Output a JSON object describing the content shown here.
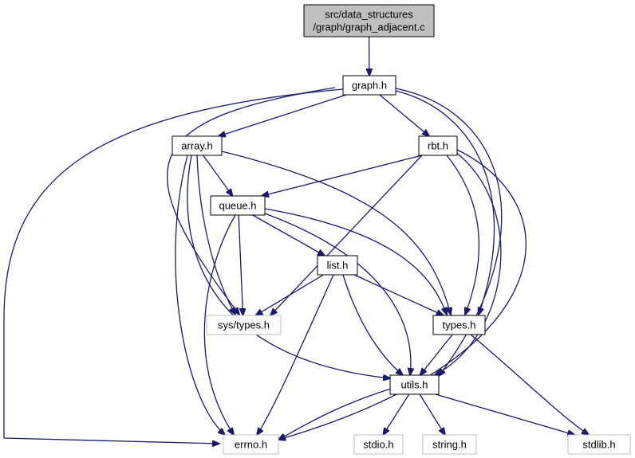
{
  "colors": {
    "edge": "#191970",
    "root_fill": "#bfbfbf",
    "root_border": "#000000",
    "local_border": "#000000",
    "external_border": "#bfbfbf",
    "node_fill": "#ffffff"
  },
  "nodes": [
    {
      "id": "root",
      "label_lines": [
        "src/data_structures",
        "/graph/graph_adjacent.c"
      ],
      "kind": "root"
    },
    {
      "id": "graph_h",
      "label_lines": [
        "graph.h"
      ],
      "kind": "local"
    },
    {
      "id": "array_h",
      "label_lines": [
        "array.h"
      ],
      "kind": "local"
    },
    {
      "id": "rbt_h",
      "label_lines": [
        "rbt.h"
      ],
      "kind": "local"
    },
    {
      "id": "queue_h",
      "label_lines": [
        "queue.h"
      ],
      "kind": "local"
    },
    {
      "id": "list_h",
      "label_lines": [
        "list.h"
      ],
      "kind": "local"
    },
    {
      "id": "sys_types_h",
      "label_lines": [
        "sys/types.h"
      ],
      "kind": "external"
    },
    {
      "id": "types_h",
      "label_lines": [
        "types.h"
      ],
      "kind": "local"
    },
    {
      "id": "utils_h",
      "label_lines": [
        "utils.h"
      ],
      "kind": "local"
    },
    {
      "id": "errno_h",
      "label_lines": [
        "errno.h"
      ],
      "kind": "external"
    },
    {
      "id": "stdio_h",
      "label_lines": [
        "stdio.h"
      ],
      "kind": "external"
    },
    {
      "id": "string_h",
      "label_lines": [
        "string.h"
      ],
      "kind": "external"
    },
    {
      "id": "stdlib_h",
      "label_lines": [
        "stdlib.h"
      ],
      "kind": "external"
    }
  ],
  "edges": [
    {
      "from": "root",
      "to": "graph_h"
    },
    {
      "from": "graph_h",
      "to": "array_h"
    },
    {
      "from": "graph_h",
      "to": "rbt_h"
    },
    {
      "from": "graph_h",
      "to": "sys_types_h"
    },
    {
      "from": "graph_h",
      "to": "errno_h"
    },
    {
      "from": "graph_h",
      "to": "types_h"
    },
    {
      "from": "graph_h",
      "to": "utils_h"
    },
    {
      "from": "array_h",
      "to": "queue_h"
    },
    {
      "from": "array_h",
      "to": "sys_types_h"
    },
    {
      "from": "array_h",
      "to": "types_h"
    },
    {
      "from": "array_h",
      "to": "utils_h"
    },
    {
      "from": "array_h",
      "to": "errno_h"
    },
    {
      "from": "rbt_h",
      "to": "queue_h"
    },
    {
      "from": "rbt_h",
      "to": "sys_types_h"
    },
    {
      "from": "rbt_h",
      "to": "types_h"
    },
    {
      "from": "rbt_h",
      "to": "utils_h"
    },
    {
      "from": "rbt_h",
      "to": "errno_h"
    },
    {
      "from": "queue_h",
      "to": "list_h"
    },
    {
      "from": "queue_h",
      "to": "sys_types_h"
    },
    {
      "from": "queue_h",
      "to": "types_h"
    },
    {
      "from": "queue_h",
      "to": "utils_h"
    },
    {
      "from": "queue_h",
      "to": "errno_h"
    },
    {
      "from": "list_h",
      "to": "sys_types_h"
    },
    {
      "from": "list_h",
      "to": "types_h"
    },
    {
      "from": "list_h",
      "to": "utils_h"
    },
    {
      "from": "list_h",
      "to": "errno_h"
    },
    {
      "from": "types_h",
      "to": "utils_h"
    },
    {
      "from": "types_h",
      "to": "stdlib_h"
    },
    {
      "from": "utils_h",
      "to": "errno_h"
    },
    {
      "from": "utils_h",
      "to": "stdio_h"
    },
    {
      "from": "utils_h",
      "to": "string_h"
    },
    {
      "from": "utils_h",
      "to": "stdlib_h"
    }
  ]
}
